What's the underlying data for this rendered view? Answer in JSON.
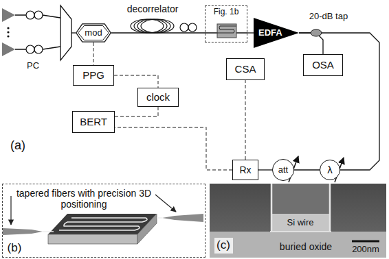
{
  "diagram": {
    "nodes": [
      {
        "text": [
          "mod"
        ]
      },
      {
        "text": [
          "Fig. 1b"
        ]
      },
      {
        "text": [
          "EDFA"
        ]
      },
      {
        "text": [
          "OSA"
        ]
      },
      {
        "text": [
          "PPG"
        ]
      },
      {
        "text": [
          "CSA"
        ]
      },
      {
        "text": [
          "clock"
        ]
      },
      {
        "text": [
          "BERT"
        ]
      },
      {
        "text": [
          "Rx"
        ]
      },
      {
        "text": [
          "att"
        ]
      },
      {
        "text": [
          "λ"
        ]
      },
      {
        "text": [
          "tapered fibers with precision 3D positioning"
        ]
      }
    ],
    "edges": [
      {
        "from": 0,
        "to": 1,
        "arrow": "none"
      },
      {
        "from": 1,
        "to": 2,
        "arrow": "none"
      },
      {
        "from": 2,
        "to": 3,
        "arrow": "none"
      },
      {
        "from": 2,
        "to": 10,
        "arrow": "none"
      },
      {
        "from": 10,
        "to": 9,
        "arrow": "none"
      },
      {
        "from": 9,
        "to": 8,
        "arrow": "none"
      },
      {
        "from": 8,
        "to": 5,
        "arrow": "none"
      },
      {
        "from": 8,
        "to": 7,
        "arrow": "none"
      },
      {
        "from": 0,
        "to": 4,
        "arrow": "none"
      },
      {
        "from": 4,
        "to": 6,
        "arrow": "none"
      },
      {
        "from": 6,
        "to": 7,
        "arrow": "none"
      }
    ],
    "labels": [
      "decorrelator",
      "PC",
      "20-dB tap",
      "(a)",
      "(b)",
      "(c)",
      "Si wire",
      "buried oxide",
      "200nm"
    ]
  }
}
